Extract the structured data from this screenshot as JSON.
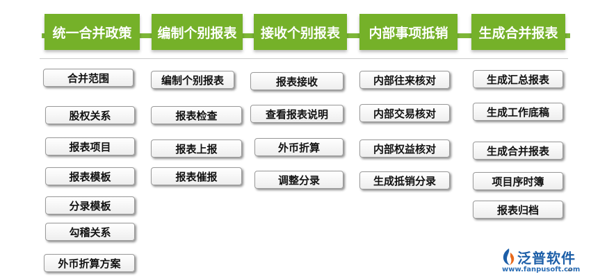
{
  "stages": [
    {
      "label": "统一合并政策",
      "tasks": [
        "合并范围",
        "股权关系",
        "报表项目",
        "报表模板",
        "分录模板",
        "勾稽关系",
        "外币折算方案"
      ]
    },
    {
      "label": "编制个别报表",
      "tasks": [
        "编制个别报表",
        "报表检查",
        "报表上报",
        "报表催报"
      ]
    },
    {
      "label": "接收个别报表",
      "tasks": [
        "报表接收",
        "查看报表说明",
        "外币折算",
        "调整分录"
      ]
    },
    {
      "label": "内部事项抵销",
      "tasks": [
        "内部往来核对",
        "内部交易核对",
        "内部权益核对",
        "生成抵销分录"
      ]
    },
    {
      "label": "生成合并报表",
      "tasks": [
        "生成汇总报表",
        "生成工作底稿",
        "生成合并报表",
        "项目序时簿",
        "报表归档"
      ]
    }
  ],
  "logo": {
    "name": "泛普软件",
    "url": "www.fanpusoft.com",
    "mark_icon": "fanpu-logo-icon",
    "brand_color": "#1d5fa8"
  },
  "colors": {
    "stage_fill": "#75b129",
    "connector": "#7db637",
    "stage_text": "#ffffff",
    "task_border": "#9a9a9a"
  }
}
